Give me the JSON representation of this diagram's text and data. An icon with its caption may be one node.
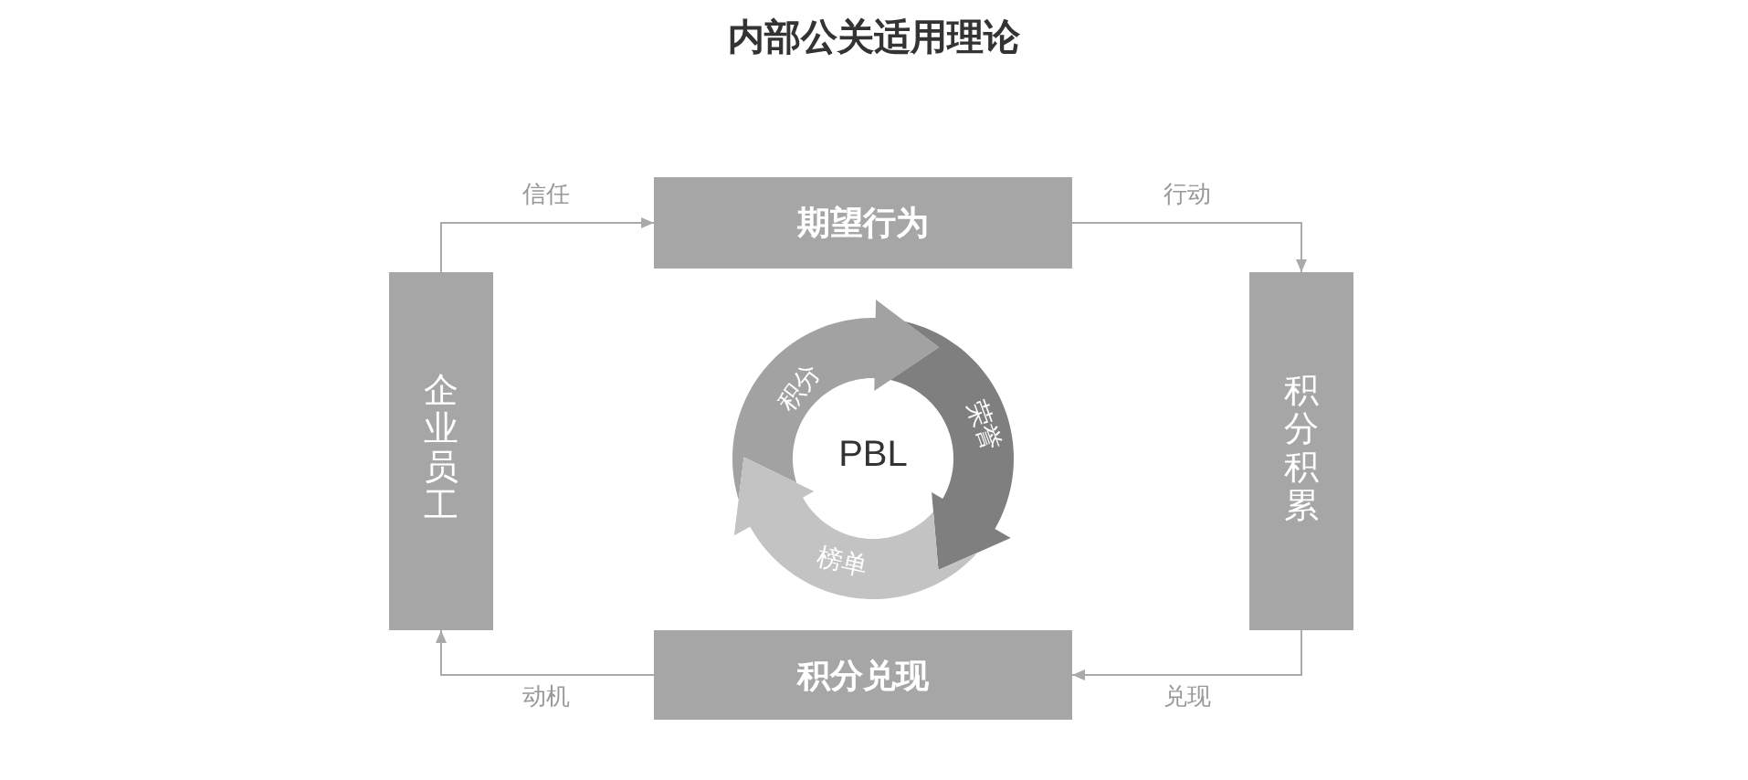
{
  "diagram": {
    "title": "内部公关适用理论",
    "nodes": [
      {
        "text": [
          "期望行为"
        ]
      },
      {
        "text": [
          "企业员工"
        ]
      },
      {
        "text": [
          "积分积累"
        ]
      },
      {
        "text": [
          "积分"
        ]
      },
      {
        "text": [
          "荣誉"
        ]
      },
      {
        "text": [
          "榜单"
        ]
      },
      {
        "text": [
          "积分兑现"
        ]
      }
    ],
    "edges": [
      {
        "from": 1,
        "to": 0,
        "arrow": "to",
        "label": "信任"
      },
      {
        "from": 0,
        "to": 2,
        "arrow": "to",
        "label": "行动"
      },
      {
        "from": 2,
        "to": 6,
        "arrow": "to",
        "label": "兑现"
      },
      {
        "from": 6,
        "to": 1,
        "arrow": "to",
        "label": "动机"
      }
    ],
    "labels": [
      "PBL"
    ]
  }
}
